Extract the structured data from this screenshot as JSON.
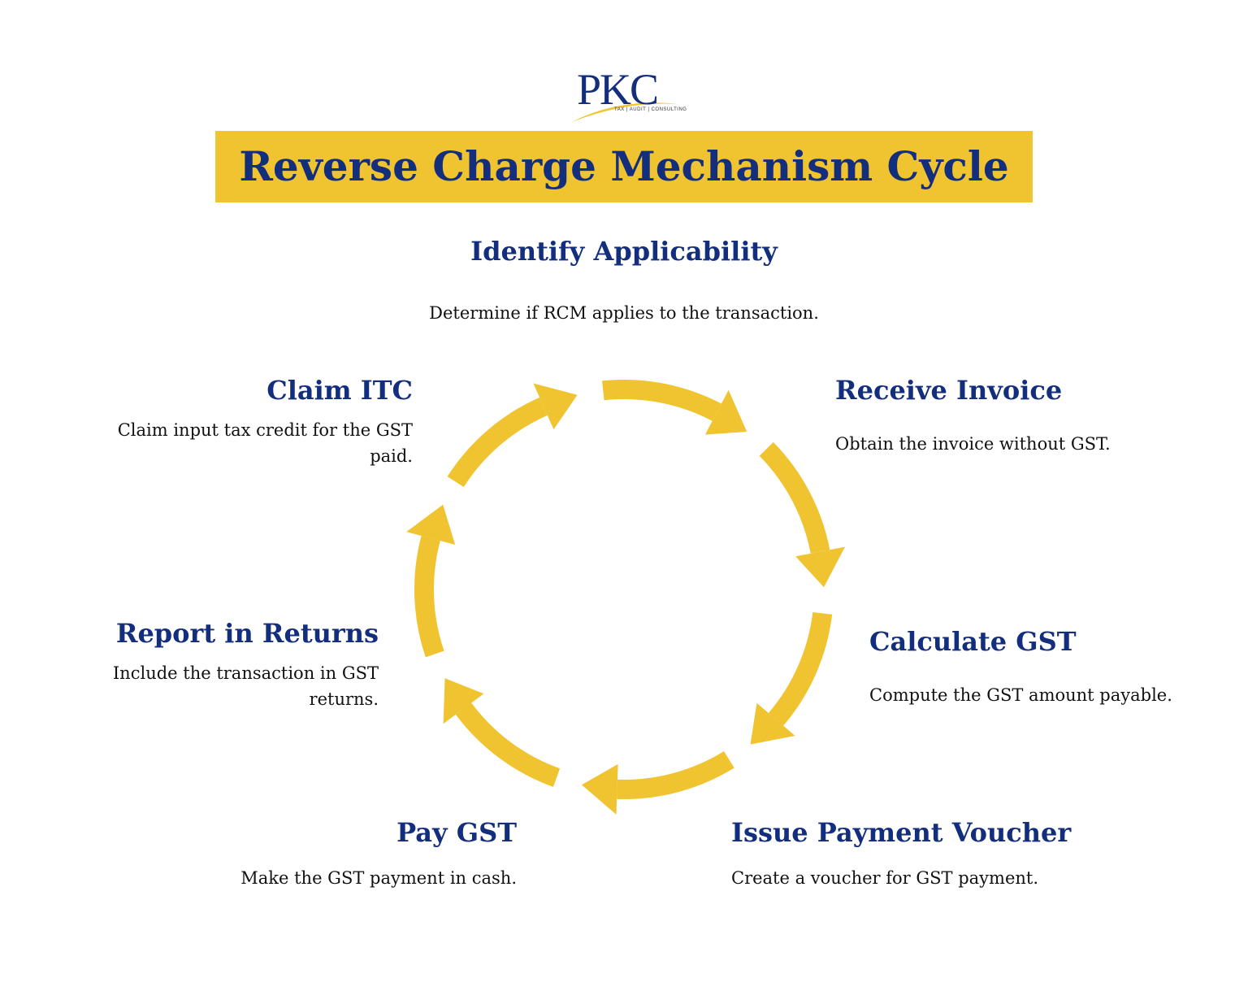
{
  "logo": {
    "text": "PKC",
    "tagline": "TAX | AUDIT | CONSULTING"
  },
  "title": "Reverse Charge Mechanism Cycle",
  "colors": {
    "accent": "#f0c330",
    "heading": "#132e7d",
    "text": "#111111",
    "background": "#ffffff"
  },
  "steps": [
    {
      "title": "Identify Applicability",
      "desc": "Determine if RCM applies to the transaction."
    },
    {
      "title": "Receive Invoice",
      "desc": "Obtain the invoice without GST."
    },
    {
      "title": "Calculate GST",
      "desc": "Compute the GST amount payable."
    },
    {
      "title": "Issue Payment Voucher",
      "desc": "Create a voucher for GST payment."
    },
    {
      "title": "Pay GST",
      "desc": "Make the GST payment in cash."
    },
    {
      "title": "Report in Returns",
      "desc": "Include the transaction in GST returns."
    },
    {
      "title": "Claim ITC",
      "desc": "Claim input tax credit for the GST paid."
    }
  ],
  "cycle": {
    "arrow_count": 7,
    "direction": "clockwise",
    "icon": "cycle-arrows-icon"
  }
}
